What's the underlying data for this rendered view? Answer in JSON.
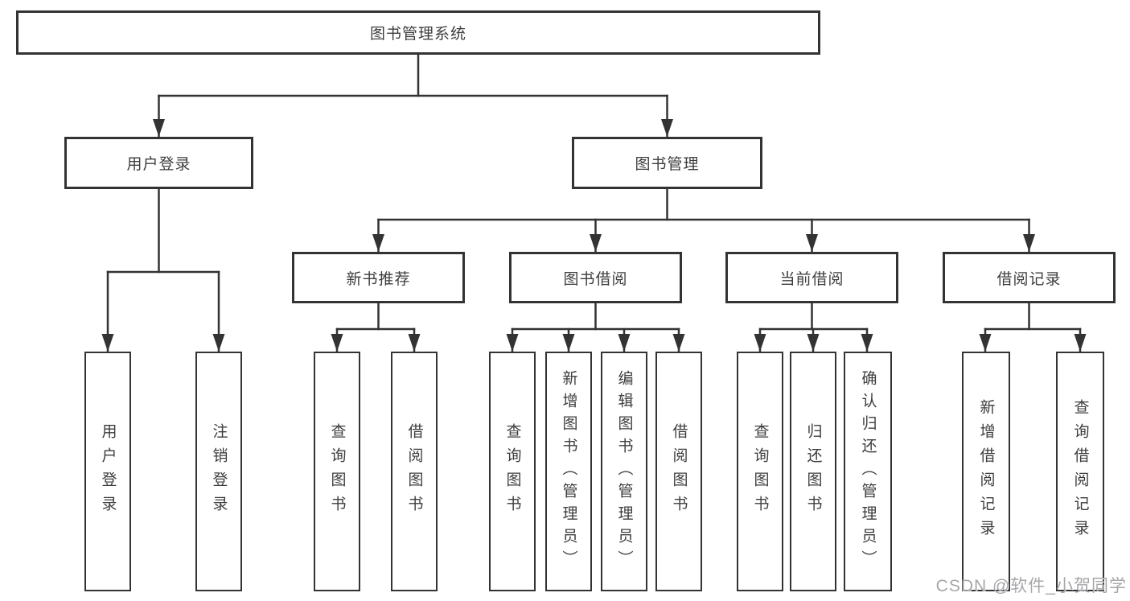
{
  "diagram_type": "hierarchy-tree",
  "tree": {
    "label": "图书管理系统",
    "children": [
      {
        "label": "用户登录",
        "children": [
          {
            "label": "用户登录"
          },
          {
            "label": "注销登录"
          }
        ]
      },
      {
        "label": "图书管理",
        "children": [
          {
            "label": "新书推荐",
            "children": [
              {
                "label": "查询图书"
              },
              {
                "label": "借阅图书"
              }
            ]
          },
          {
            "label": "图书借阅",
            "children": [
              {
                "label": "查询图书"
              },
              {
                "label": "新增图书（管理员）"
              },
              {
                "label": "编辑图书（管理员）"
              },
              {
                "label": "借阅图书"
              }
            ]
          },
          {
            "label": "当前借阅",
            "children": [
              {
                "label": "查询图书"
              },
              {
                "label": "归还图书"
              },
              {
                "label": "确认归还（管理员）"
              }
            ]
          },
          {
            "label": "借阅记录",
            "children": [
              {
                "label": "新增借阅记录"
              },
              {
                "label": "查询借阅记录"
              }
            ]
          }
        ]
      }
    ]
  },
  "watermark": {
    "text": "CSDN @软件_小贺同学"
  },
  "colors": {
    "line": "#333333",
    "node_border": "#333333",
    "node_text": "#3d3d3d",
    "background": "#ffffff",
    "watermark_text": "#a7a7ab"
  }
}
